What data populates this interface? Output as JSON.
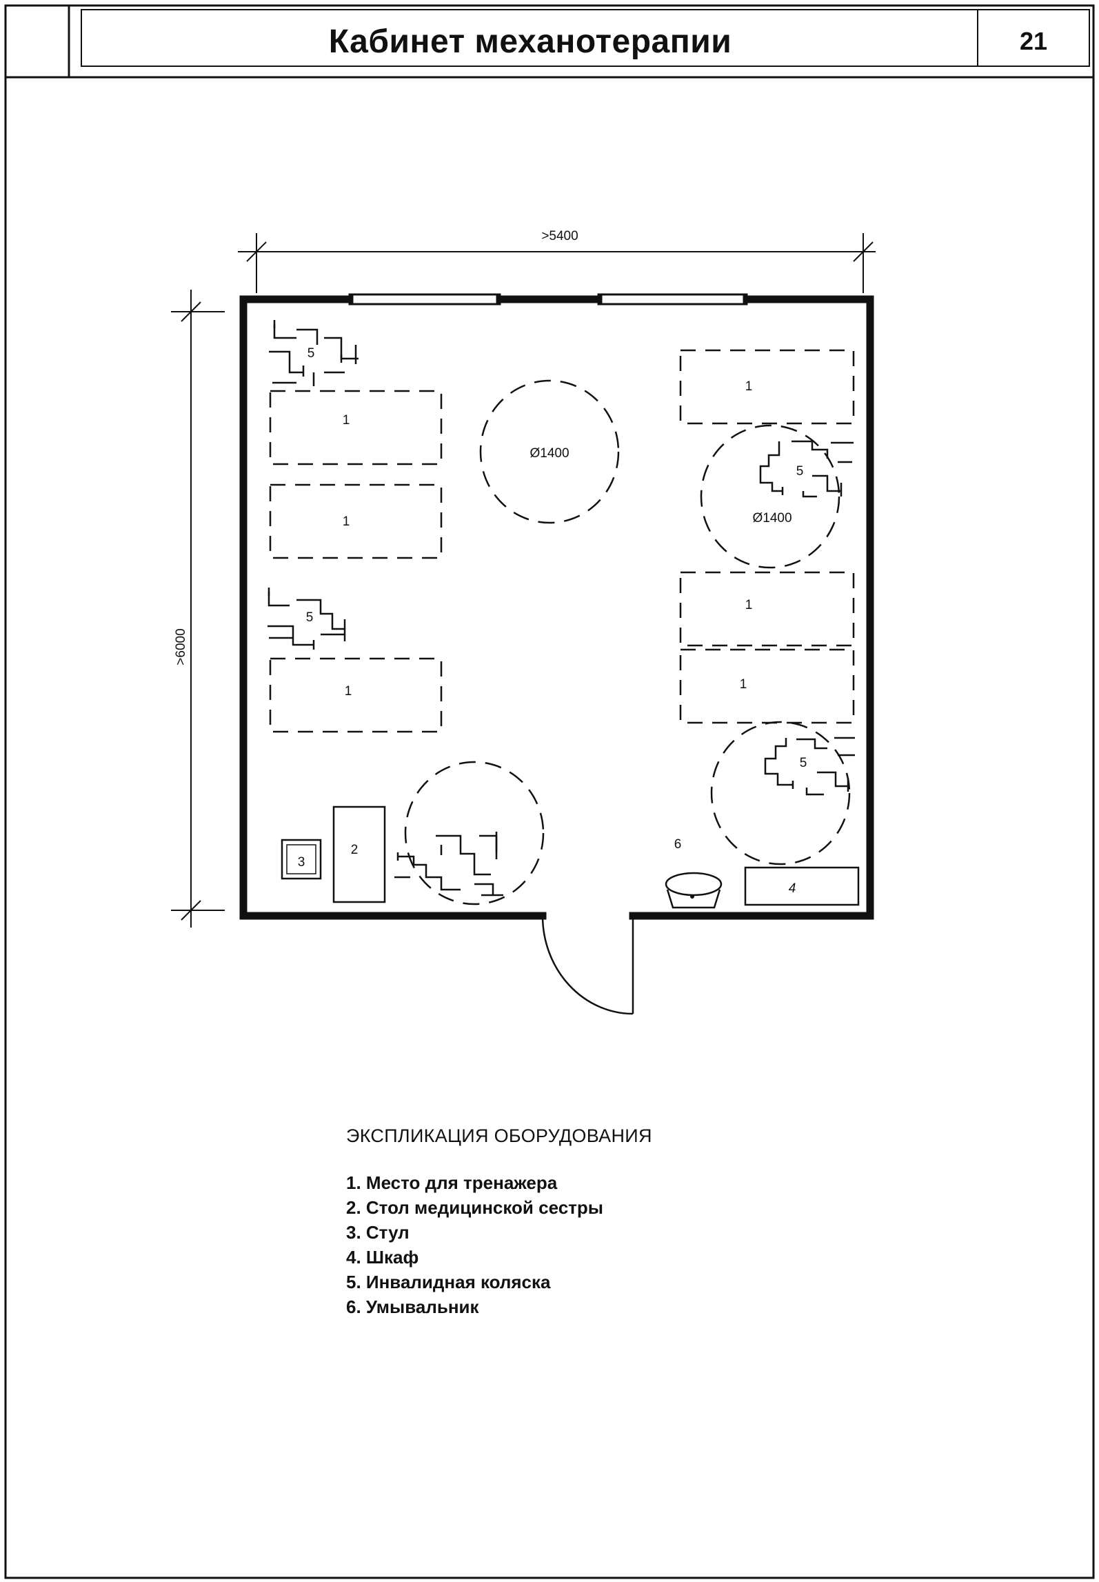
{
  "title": "Кабинет механотерапии",
  "page_number": "21",
  "plan": {
    "width_dim": ">5400",
    "height_dim": ">6000",
    "circle_label": "Ø1400",
    "markers": {
      "trainer": "1",
      "nurse_table": "2",
      "chair": "3",
      "cabinet": "4",
      "wheelchair": "5",
      "washbasin": "6"
    }
  },
  "legend": {
    "title": "ЭКСПЛИКАЦИЯ ОБОРУДОВАНИЯ",
    "items": [
      "1. Место для тренажера",
      "2. Стол медицинской сестры",
      "3. Стул",
      "4. Шкаф",
      "5. Инвалидная коляска",
      "6. Умывальник"
    ]
  }
}
